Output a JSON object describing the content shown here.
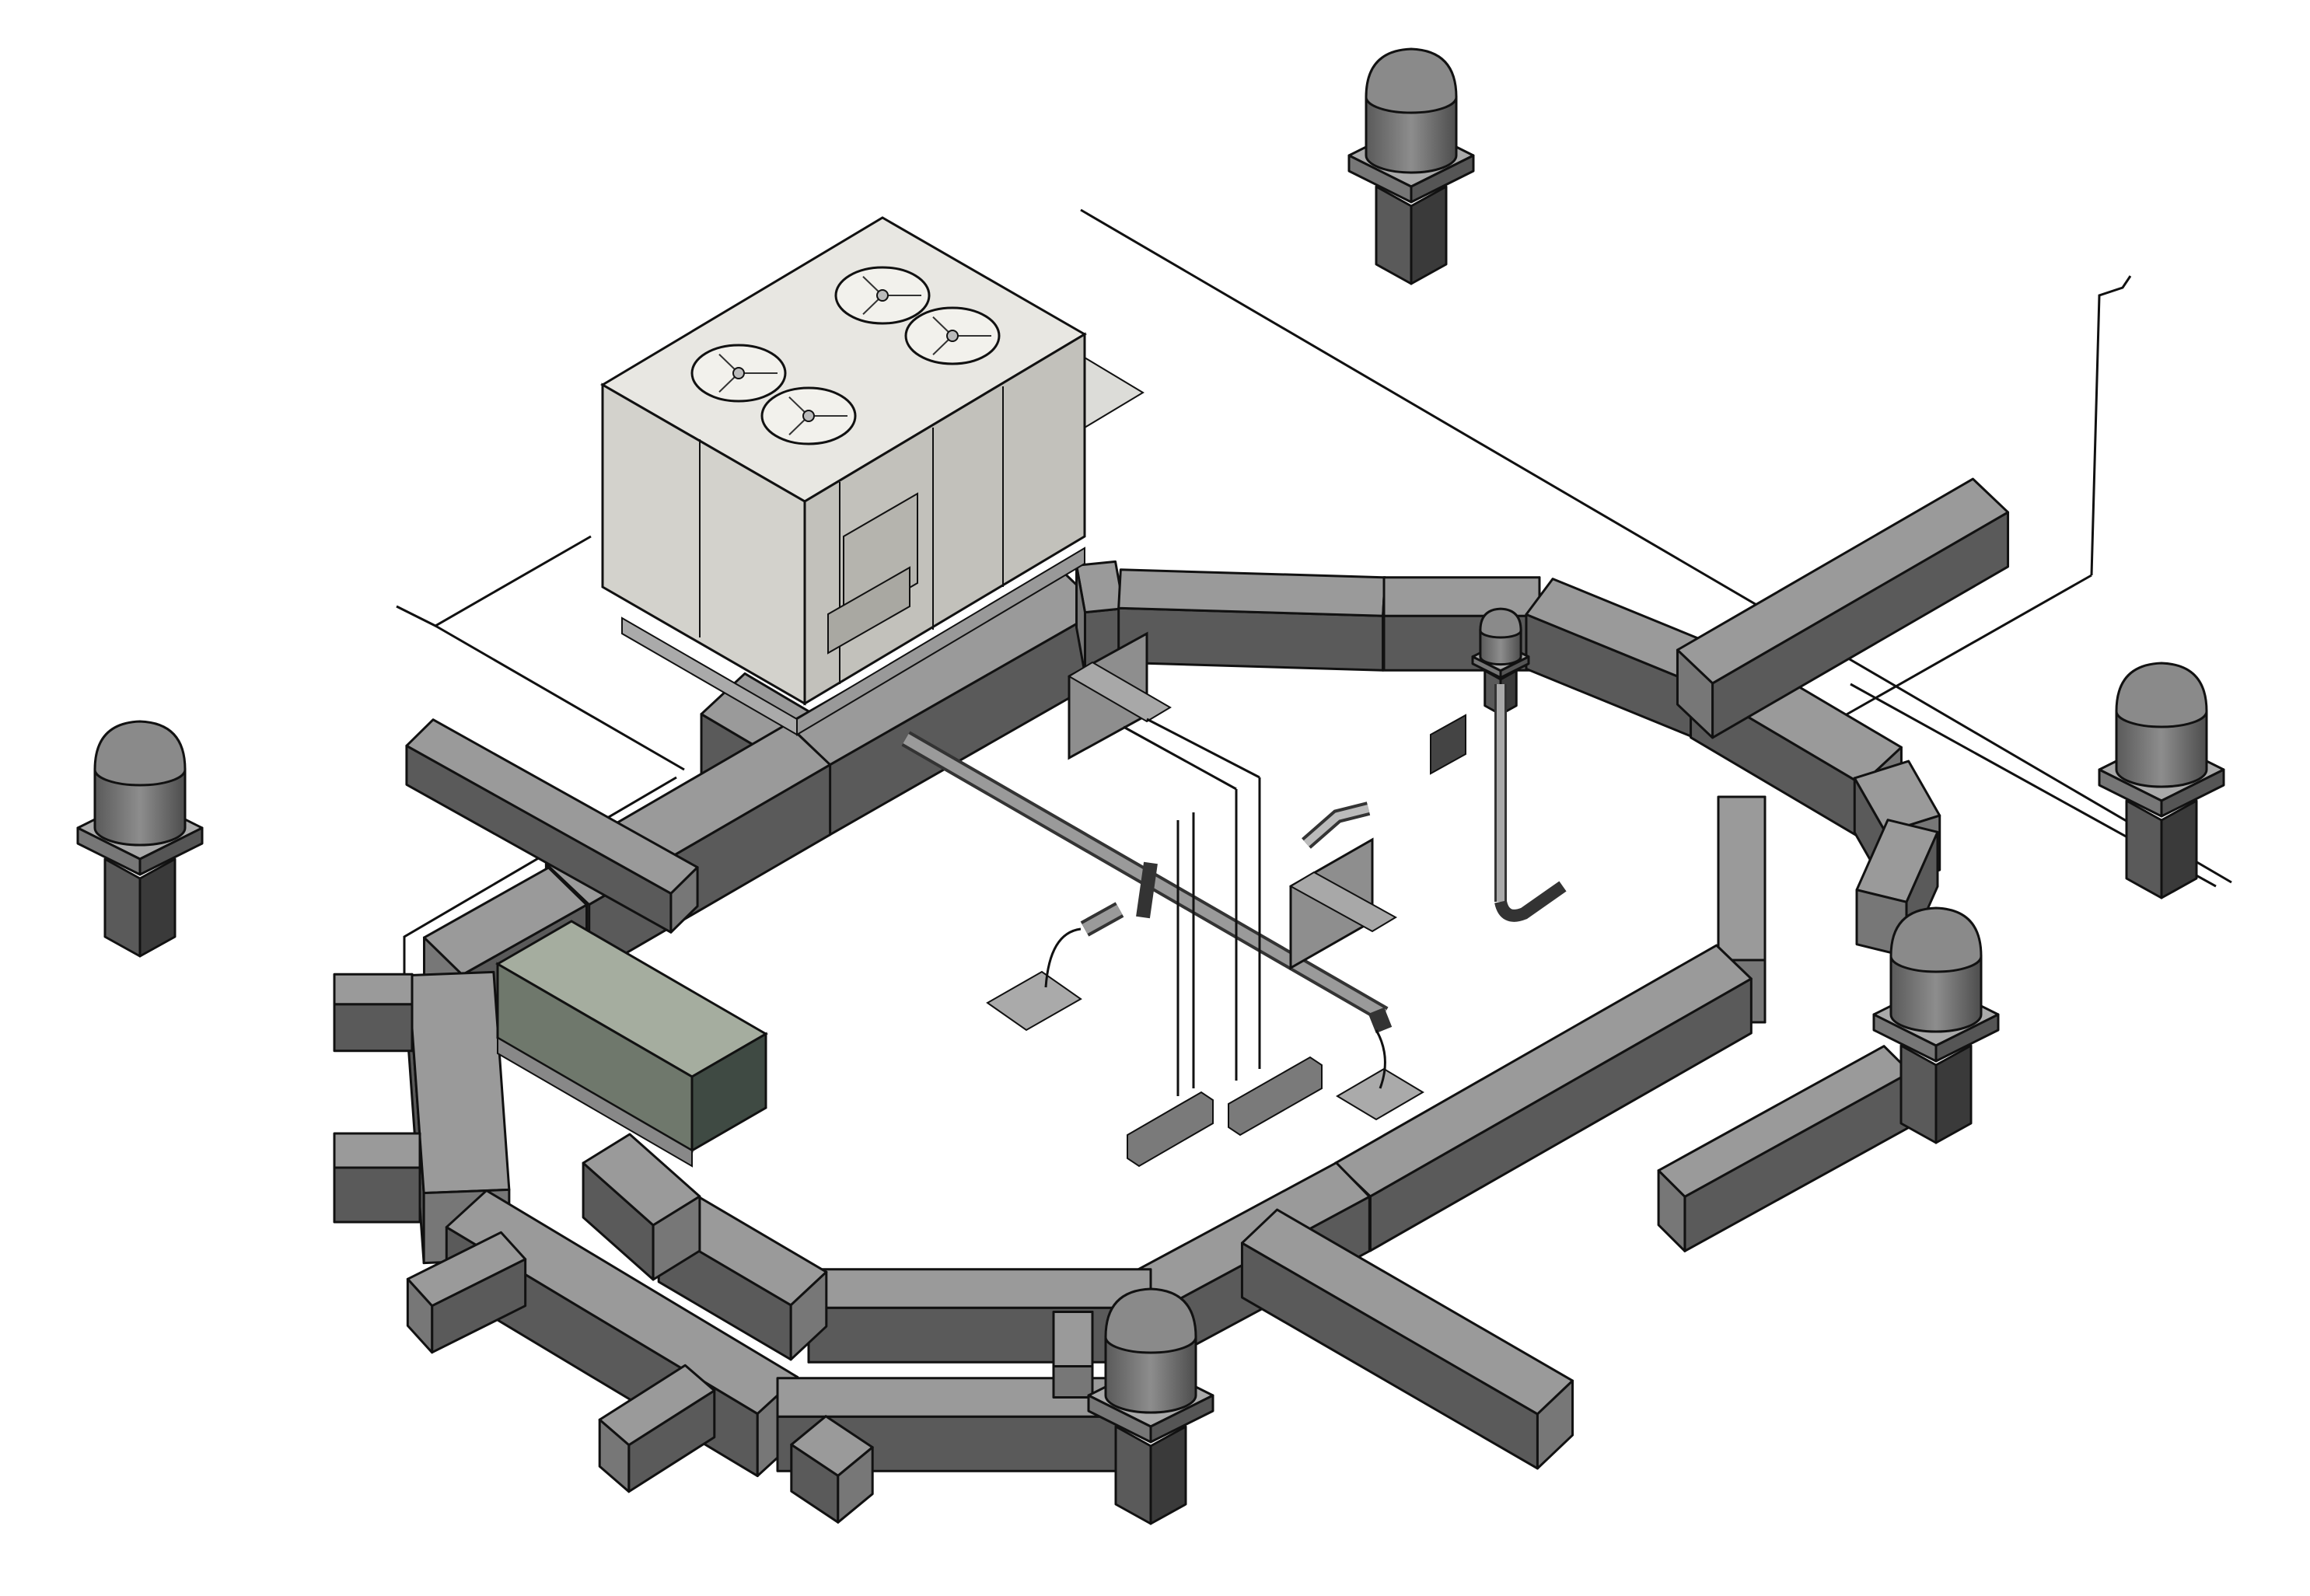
{
  "palette": {
    "background": "#ffffff",
    "duct_top": "#9a9a9a",
    "duct_side": "#5a5a5a",
    "duct_front": "#777777",
    "outline": "#111111",
    "rtu_top": "#e8e7e2",
    "rtu_side": "#d3d2cc",
    "rtu_front": "#c2c1bb",
    "green_top": "#a5ad9f",
    "green_side": "#6f786c",
    "green_front": "#3f4a43",
    "fan_cap": "#6a6a6a",
    "fan_cap_light": "#8a8a8a",
    "pipe": "#8d8d8d"
  },
  "components": {
    "rooftop_unit": {
      "label": "rooftop-unit",
      "fan_count": 4
    },
    "air_handler": {
      "label": "green-air-handler"
    },
    "exhaust_fans": {
      "count": 6
    },
    "main_duct_loop": {
      "label": "supply-duct-loop"
    }
  }
}
